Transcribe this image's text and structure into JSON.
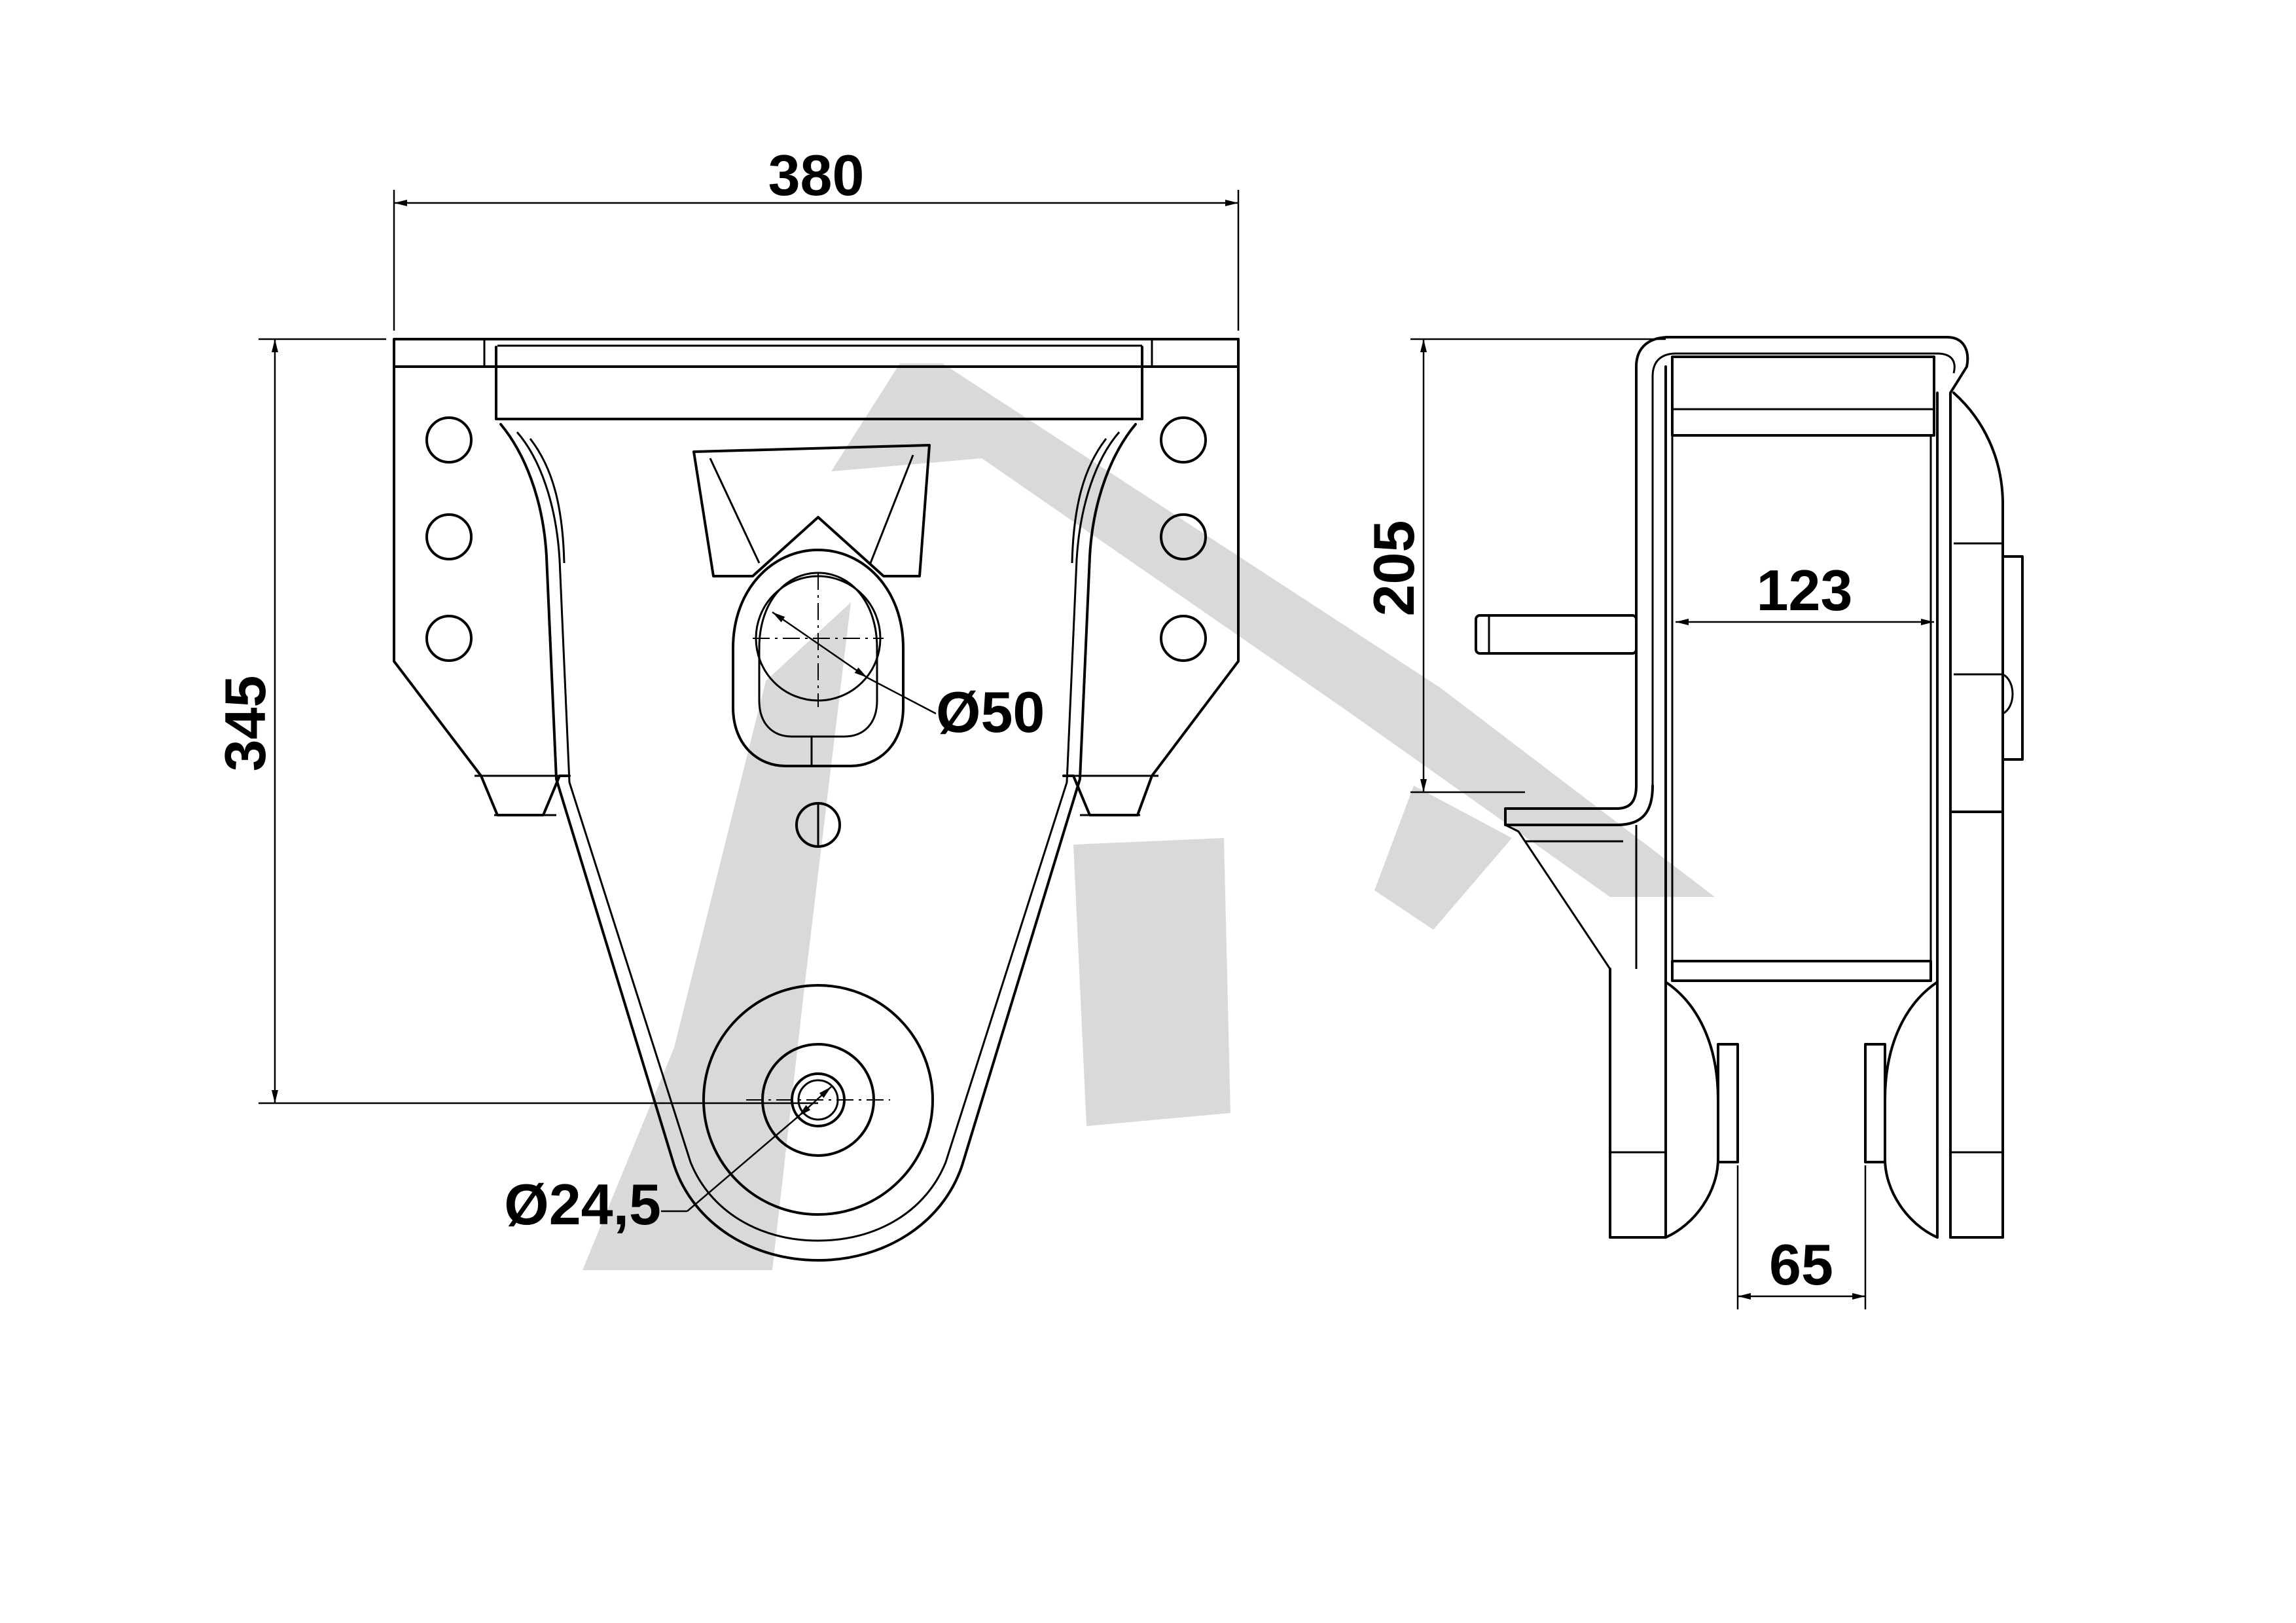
{
  "dimensions": {
    "width": "380",
    "height": "345",
    "side_height": "205",
    "side_width": "123",
    "slot_gap": "65",
    "bore_large": "Ø50",
    "bore_small": "Ø24,5"
  },
  "colors": {
    "line": "#000000",
    "watermark": "#d9d9d9",
    "background": "#ffffff"
  }
}
